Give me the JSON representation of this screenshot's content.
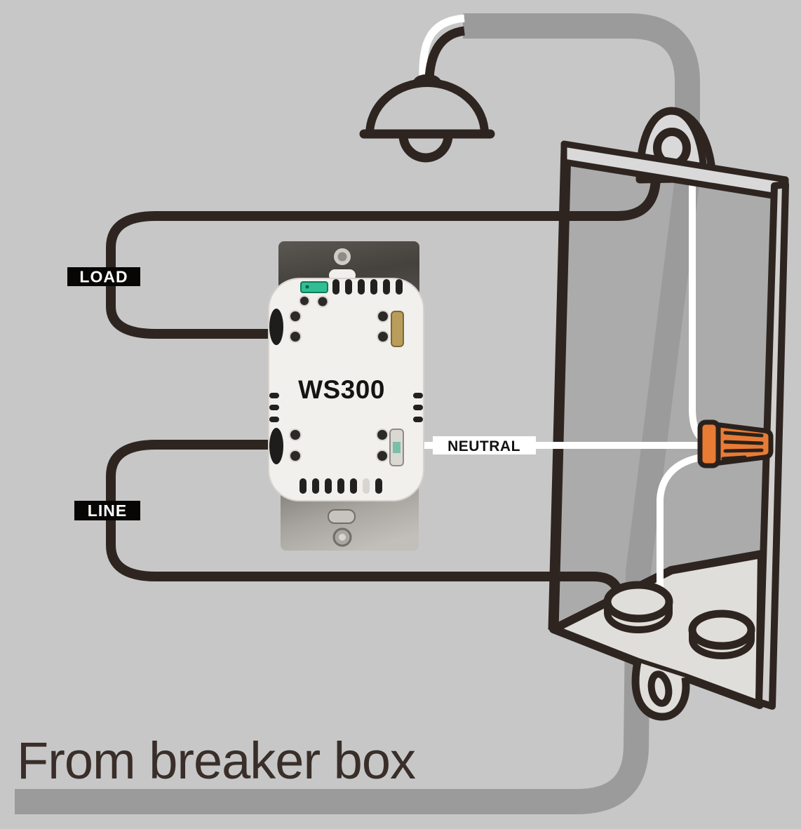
{
  "labels": {
    "load": "LOAD",
    "line": "LINE",
    "neutral": "NEUTRAL"
  },
  "device": {
    "model": "WS300"
  },
  "caption": {
    "text": "From breaker box"
  },
  "icons": [
    "pendant-lamp-icon",
    "electrical-box-icon",
    "wire-nut-icon",
    "conduit-icon"
  ],
  "colors": {
    "background": "#c7c7c7",
    "outline_dark": "#2e2521",
    "conduit_gray": "#9b9b9b",
    "box_interior": "#ababab",
    "box_face_light": "#dcdcdc",
    "wire_white": "#ffffff",
    "wire_nut_orange": "#e87c35",
    "label_dark_bg": "#070605",
    "label_dark_text": "#ffffff",
    "label_neutral_bg": "#ffffff",
    "label_neutral_text": "#141210",
    "caption_text": "#392e29",
    "device_body": "#f2f0ed",
    "ground_terminal_green": "#2fbf92",
    "brass_terminal": "#b89d5b"
  }
}
